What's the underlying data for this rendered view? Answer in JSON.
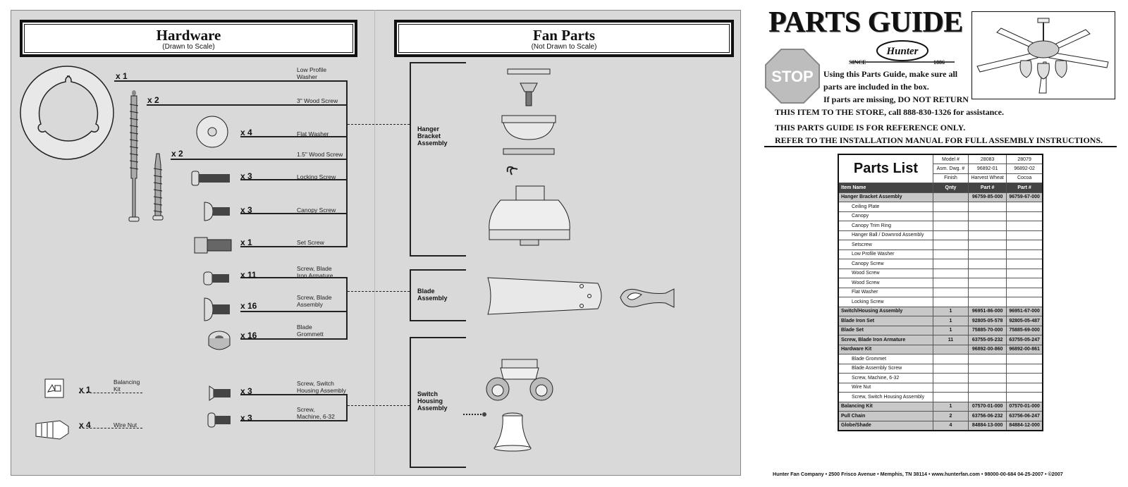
{
  "hardware": {
    "title": "Hardware",
    "subtitle": "(Drawn to Scale)",
    "items": [
      {
        "qty": "x 1",
        "label": "Low Profile Washer"
      },
      {
        "qty": "x 2",
        "label": "3\" Wood Screw"
      },
      {
        "qty": "x 4",
        "label": "Flat Washer"
      },
      {
        "qty": "x 2",
        "label": "1.5\" Wood Screw"
      },
      {
        "qty": "x 3",
        "label": "Locking Screw"
      },
      {
        "qty": "x 3",
        "label": "Canopy Screw"
      },
      {
        "qty": "x 1",
        "label": "Set Screw"
      },
      {
        "qty": "x 11",
        "label": "Screw, Blade Iron Armature"
      },
      {
        "qty": "x 16",
        "label": "Screw, Blade Assembly"
      },
      {
        "qty": "x 16",
        "label": "Blade Grommett"
      },
      {
        "qty": "x 3",
        "label": "Screw, Switch Housing Assembly"
      },
      {
        "qty": "x 3",
        "label": "Screw, Machine, 6-32"
      },
      {
        "qty": "x 1",
        "label": "Balancing Kit"
      },
      {
        "qty": "x 4",
        "label": "Wire Nut"
      }
    ]
  },
  "fan_parts": {
    "title": "Fan Parts",
    "subtitle": "(Not Drawn to Scale)",
    "groups": [
      "Hanger Bracket Assembly",
      "Blade Assembly",
      "Switch Housing Assembly"
    ]
  },
  "guide": {
    "title": "PARTS GUIDE",
    "logo_text": "Hunter",
    "since": "SINCE",
    "year": "1886",
    "stop": "STOP",
    "notice_lines": [
      "Using this Parts Guide, make sure all",
      "parts are included in the box.",
      "If parts are missing, DO NOT RETURN"
    ],
    "notice_line4": "THIS ITEM TO THE STORE, call 888-830-1326 for assistance.",
    "ref_line1": "THIS PARTS GUIDE IS FOR REFERENCE ONLY.",
    "ref_line2": "REFER TO THE INSTALLATION MANUAL FOR FULL ASSEMBLY INSTRUCTIONS."
  },
  "parts_list": {
    "title": "Parts List",
    "model_label": "Model #",
    "models": [
      "28083",
      "28079"
    ],
    "dwg_label": "Asm. Dwg. #",
    "dwgs": [
      "96892-01",
      "96892-02"
    ],
    "finish_label": "Finish",
    "finishes": [
      "Harvest Wheat",
      "Cocoa"
    ],
    "headers": [
      "Item Name",
      "Qnty",
      "Part #",
      "Part #"
    ],
    "rows": [
      {
        "name": "Hanger Bracket Assembly",
        "qty": "",
        "p1": "96759-85-000",
        "p2": "96759-67-000",
        "style": "gray"
      },
      {
        "name": "Ceiling Plate",
        "qty": "",
        "p1": "",
        "p2": "",
        "style": "sub"
      },
      {
        "name": "Canopy",
        "qty": "",
        "p1": "",
        "p2": "",
        "style": "sub"
      },
      {
        "name": "Canopy Trim Ring",
        "qty": "",
        "p1": "",
        "p2": "",
        "style": "sub"
      },
      {
        "name": "Hanger Ball / Downrod Assembly",
        "qty": "",
        "p1": "",
        "p2": "",
        "style": "sub"
      },
      {
        "name": "Setscrew",
        "qty": "",
        "p1": "",
        "p2": "",
        "style": "sub"
      },
      {
        "name": "Low Profile Washer",
        "qty": "",
        "p1": "",
        "p2": "",
        "style": "sub"
      },
      {
        "name": "Canopy Screw",
        "qty": "",
        "p1": "",
        "p2": "",
        "style": "sub"
      },
      {
        "name": "Wood Screw",
        "qty": "",
        "p1": "",
        "p2": "",
        "style": "sub"
      },
      {
        "name": "Wood Screw",
        "qty": "",
        "p1": "",
        "p2": "",
        "style": "sub"
      },
      {
        "name": "Flat Washer",
        "qty": "",
        "p1": "",
        "p2": "",
        "style": "sub"
      },
      {
        "name": "Locking Screw",
        "qty": "",
        "p1": "",
        "p2": "",
        "style": "sub"
      },
      {
        "name": "Switch/Housing Assembly",
        "qty": "1",
        "p1": "96951-86-000",
        "p2": "96951-67-000",
        "style": "gray"
      },
      {
        "name": "Blade Iron Set",
        "qty": "1",
        "p1": "92805-05-578",
        "p2": "92805-05-487",
        "style": "gray"
      },
      {
        "name": "Blade Set",
        "qty": "1",
        "p1": "75885-70-000",
        "p2": "75885-69-000",
        "style": "gray"
      },
      {
        "name": "Screw, Blade Iron Armature",
        "qty": "11",
        "p1": "63755-05-232",
        "p2": "63755-05-247",
        "style": "gray"
      },
      {
        "name": "Hardware Kit",
        "qty": "",
        "p1": "96892-00-860",
        "p2": "96892-00-861",
        "style": "gray"
      },
      {
        "name": "Blade Grommet",
        "qty": "",
        "p1": "",
        "p2": "",
        "style": "sub"
      },
      {
        "name": "Blade Assembly Screw",
        "qty": "",
        "p1": "",
        "p2": "",
        "style": "sub"
      },
      {
        "name": "Screw, Machine, 6-32",
        "qty": "",
        "p1": "",
        "p2": "",
        "style": "sub"
      },
      {
        "name": "Wire Nut",
        "qty": "",
        "p1": "",
        "p2": "",
        "style": "sub"
      },
      {
        "name": "Screw, Switch Housing Assembly",
        "qty": "",
        "p1": "",
        "p2": "",
        "style": "sub"
      },
      {
        "name": "Balancing Kit",
        "qty": "1",
        "p1": "07570-01-000",
        "p2": "07570-01-000",
        "style": "gray"
      },
      {
        "name": "Pull Chain",
        "qty": "2",
        "p1": "63756-06-232",
        "p2": "63756-06-247",
        "style": "gray"
      },
      {
        "name": "Globe/Shade",
        "qty": "4",
        "p1": "84884-13-000",
        "p2": "84884-12-000",
        "style": "gray"
      }
    ]
  },
  "footer": "Hunter Fan Company  •  2500 Frisco Avenue  •  Memphis, TN 38114  •  www.hunterfan.com  •  98000-00-684  04-25-2007  •  ©2007"
}
